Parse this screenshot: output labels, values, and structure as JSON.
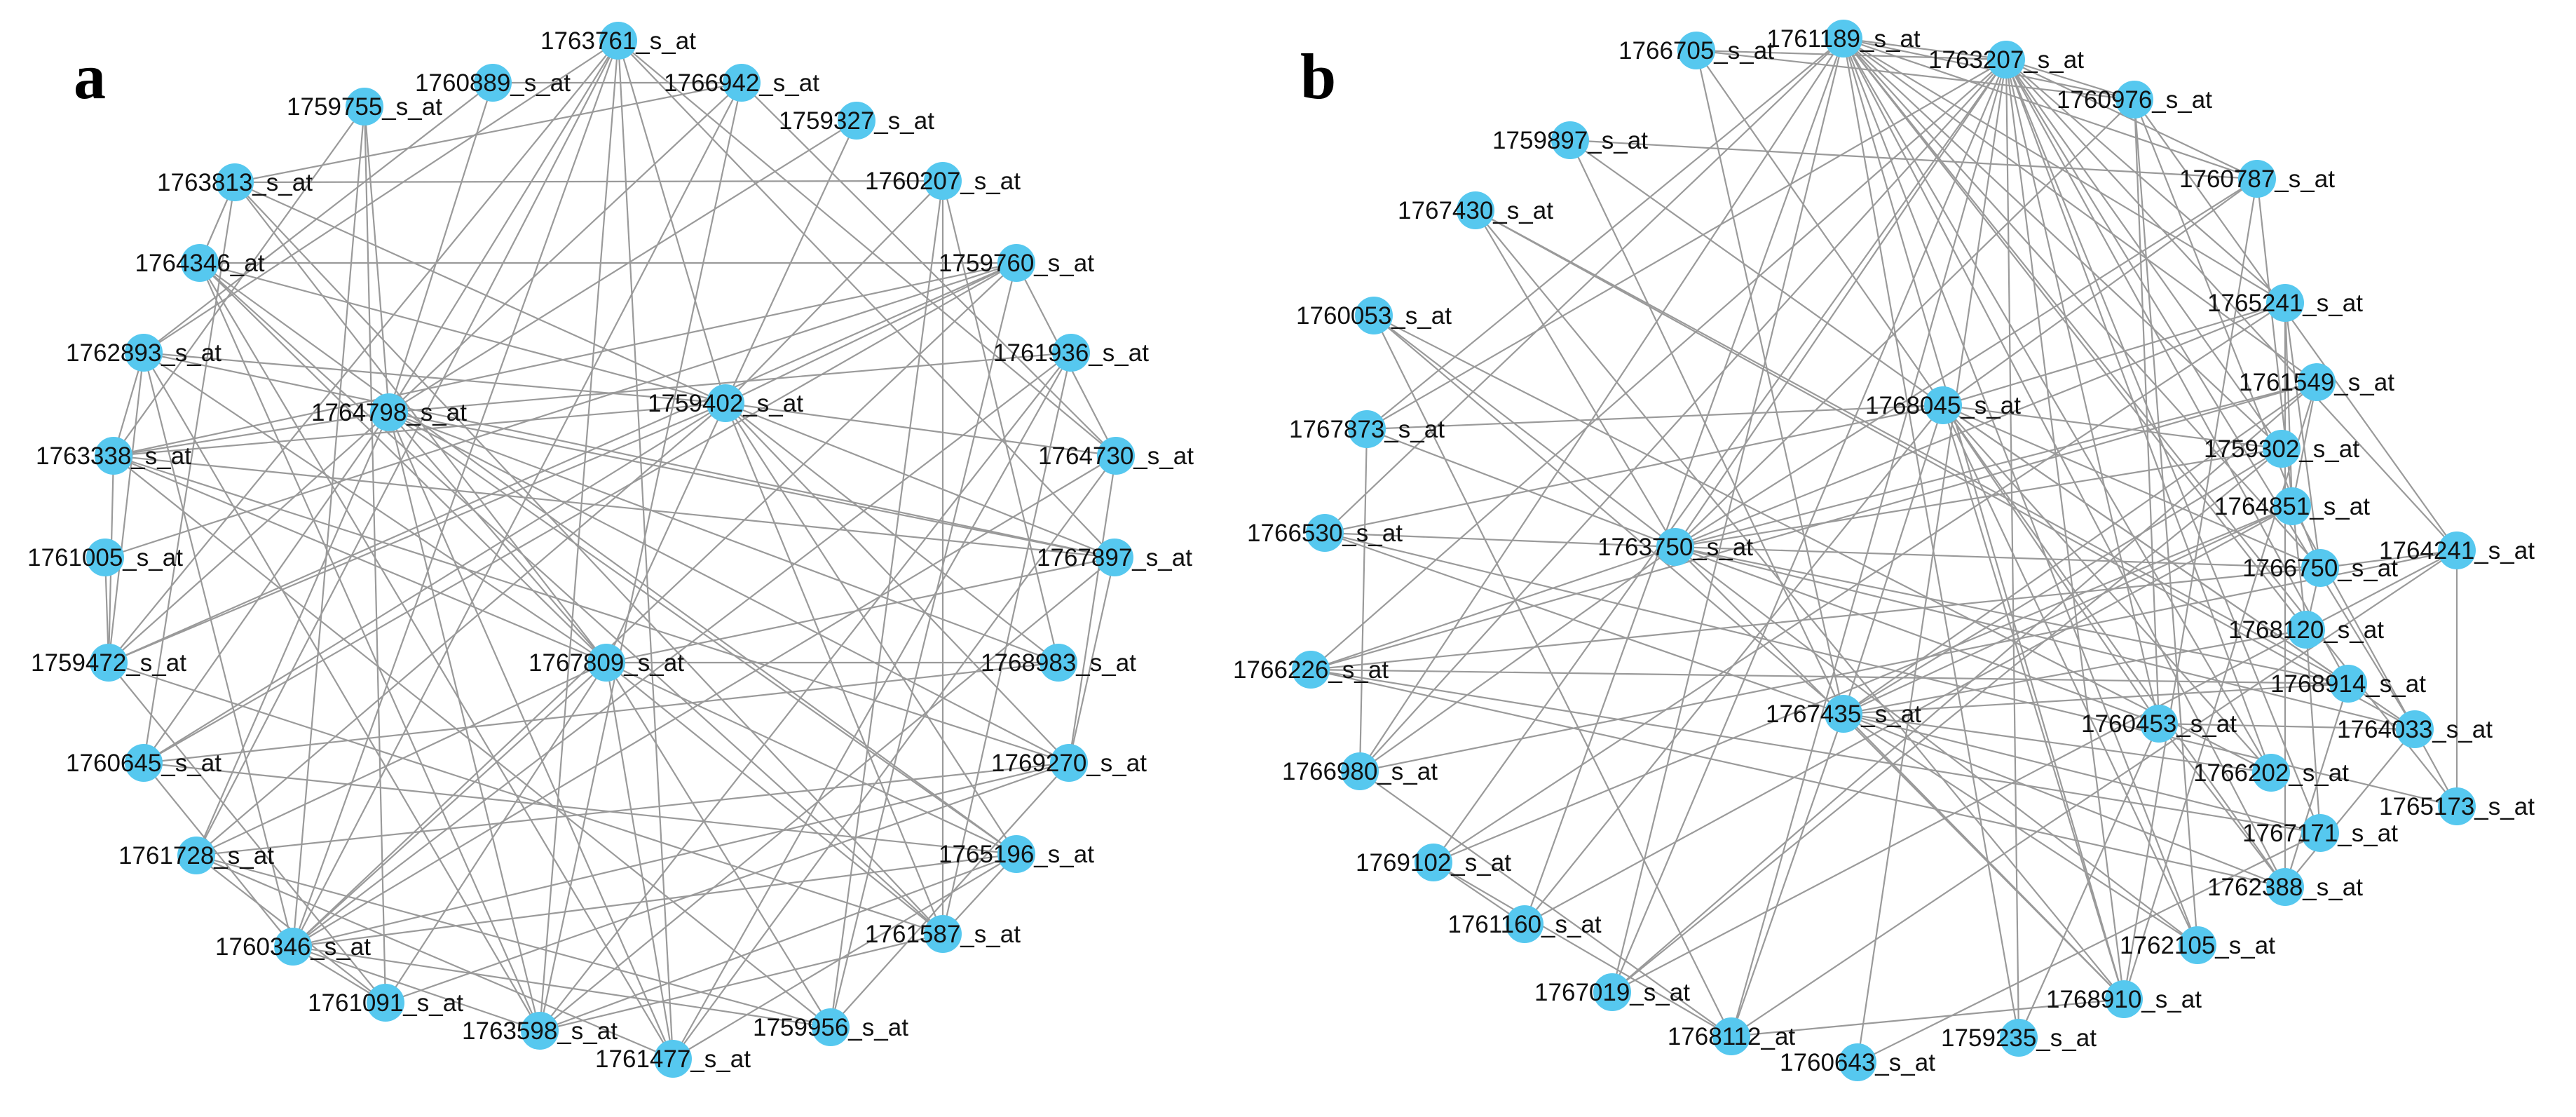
{
  "network_a": {
    "panel_label": "a",
    "nodes": [
      "1763761_s_at",
      "1760889_s_at",
      "1766942_s_at",
      "1759755_s_at",
      "1759327_s_at",
      "1763813_s_at",
      "1760207_s_at",
      "1764346_at",
      "1759760_s_at",
      "1762893_s_at",
      "1761936_s_at",
      "1764798_s_at",
      "1759402_s_at",
      "1763338_s_at",
      "1764730_s_at",
      "1761005_s_at",
      "1767897_s_at",
      "1759472_s_at",
      "1767809_s_at",
      "1768983_s_at",
      "1760645_s_at",
      "1769270_s_at",
      "1761728_s_at",
      "1765196_s_at",
      "1760346_s_at",
      "1761587_s_at",
      "1761091_s_at",
      "1763598_s_at",
      "1759956_s_at",
      "1761477_s_at"
    ]
  },
  "network_b": {
    "panel_label": "b",
    "nodes": [
      "1761189_s_at",
      "1766705_s_at",
      "1763207_s_at",
      "1760976_s_at",
      "1759897_s_at",
      "1760787_s_at",
      "1767430_s_at",
      "1760053_s_at",
      "1765241_s_at",
      "1761549_s_at",
      "1768045_s_at",
      "1767873_s_at",
      "1759302_s_at",
      "1764851_s_at",
      "1764241_s_at",
      "1766530_s_at",
      "1763750_s_at",
      "1766750_s_at",
      "1768120_s_at",
      "1766226_s_at",
      "1768914_s_at",
      "1767435_s_at",
      "1760453_s_at",
      "1764033_s_at",
      "1766980_s_at",
      "1766202_s_at",
      "1765173_s_at",
      "1767171_s_at",
      "1769102_s_at",
      "1762388_s_at",
      "1761160_s_at",
      "1762105_s_at",
      "1767019_s_at",
      "1768910_s_at",
      "1768112_at",
      "1759235_s_at",
      "1760643_s_at"
    ]
  }
}
